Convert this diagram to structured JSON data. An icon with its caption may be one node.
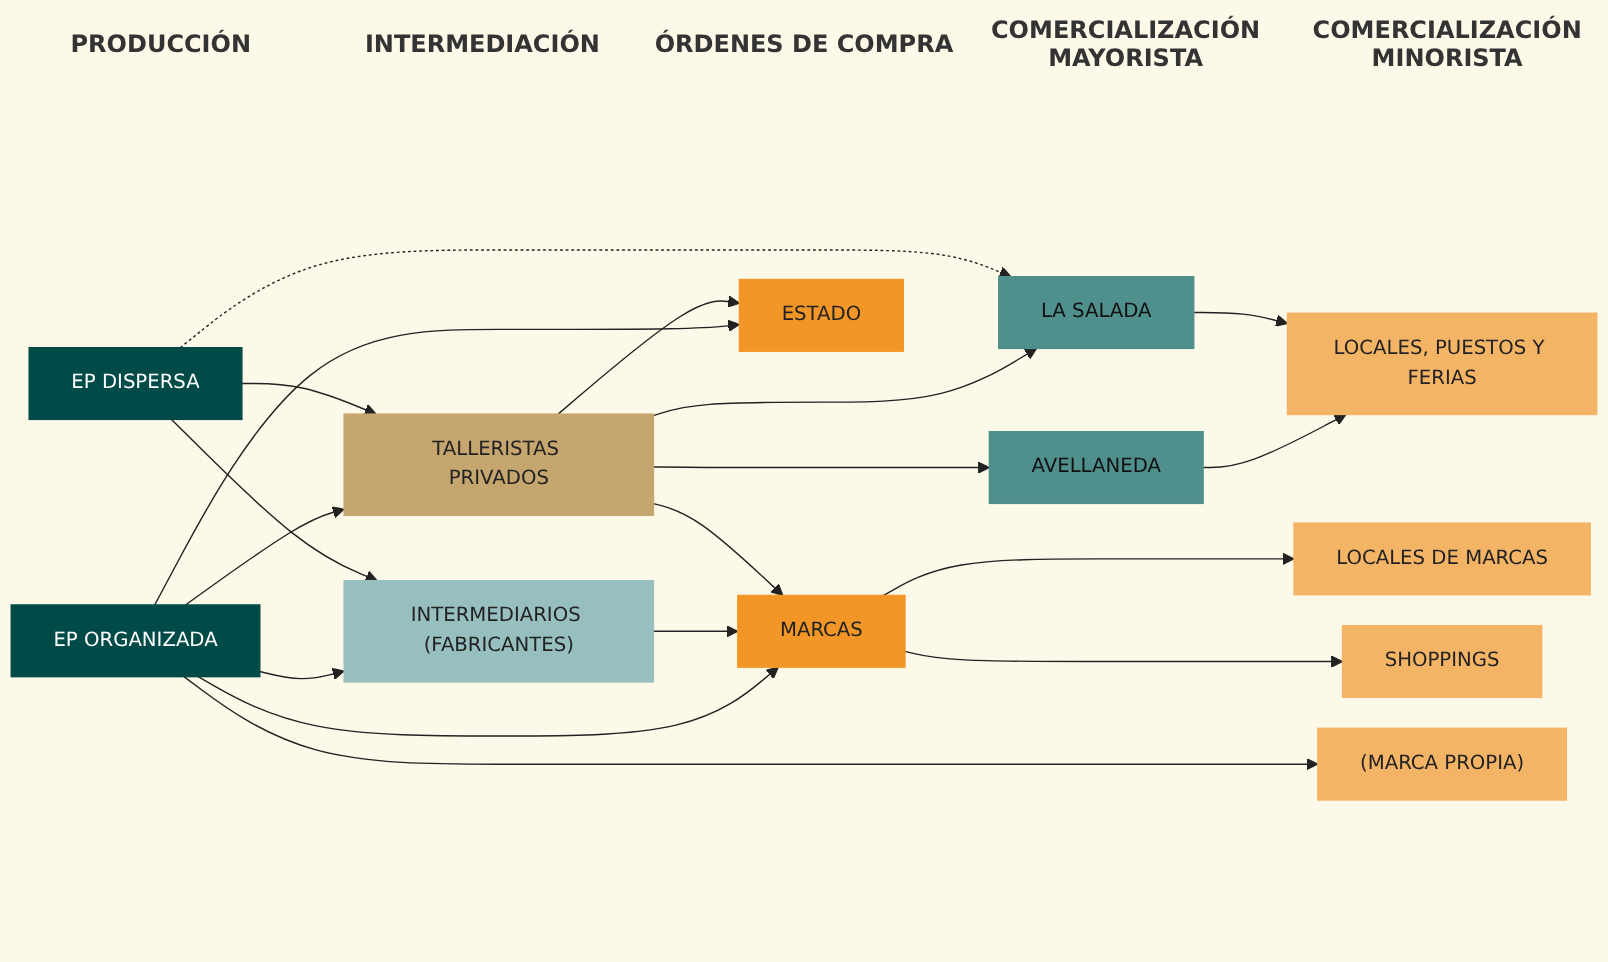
{
  "diagram": {
    "nodes": [
      {
        "text": [
          "EP DISPERSA"
        ]
      },
      {
        "text": [
          "EP ORGANIZADA"
        ]
      },
      {
        "text": [
          "TALLERISTAS PRIVADOS"
        ]
      },
      {
        "text": [
          "INTERMEDIARIOS (FABRICANTES)"
        ]
      },
      {
        "text": [
          "MARCAS"
        ]
      },
      {
        "text": [
          "ESTADO"
        ]
      },
      {
        "text": [
          "LA SALADA"
        ]
      },
      {
        "text": [
          "AVELLANEDA"
        ]
      },
      {
        "text": [
          "LOCALES, PUESTOS Y FERIAS"
        ]
      },
      {
        "text": [
          "LOCALES DE MARCAS"
        ]
      },
      {
        "text": [
          "SHOPPINGS"
        ]
      },
      {
        "text": [
          "(MARCA PROPIA)"
        ]
      }
    ],
    "edges": [
      {
        "from": 0,
        "to": 2,
        "arrow": "to"
      },
      {
        "from": 0,
        "to": 3,
        "arrow": "to"
      },
      {
        "from": 1,
        "to": 2,
        "arrow": "to"
      },
      {
        "from": 1,
        "to": 3,
        "arrow": "to"
      },
      {
        "from": 0,
        "to": 6,
        "arrow": "to",
        "style": "dashed"
      },
      {
        "from": 2,
        "to": 6,
        "arrow": "to"
      },
      {
        "from": 2,
        "to": 7,
        "arrow": "to"
      },
      {
        "from": 2,
        "to": 4,
        "arrow": "to"
      },
      {
        "from": 2,
        "to": 5,
        "arrow": "to"
      },
      {
        "from": 3,
        "to": 4,
        "arrow": "to"
      },
      {
        "from": 1,
        "to": 4,
        "arrow": "to"
      },
      {
        "from": 1,
        "to": 5,
        "arrow": "to"
      },
      {
        "from": 1,
        "to": 11,
        "arrow": "to"
      },
      {
        "from": 4,
        "to": 9,
        "arrow": "to"
      },
      {
        "from": 4,
        "to": 10,
        "arrow": "to"
      },
      {
        "from": 6,
        "to": 8,
        "arrow": "to"
      },
      {
        "from": 7,
        "to": 8,
        "arrow": "to"
      }
    ],
    "labels": [
      "PRODUCCIÓN",
      "INTERMEDIACIÓN",
      "ÓRDENES DE COMPRA",
      "COMERCIALIZACIÓN MAYORISTA",
      "COMERCIALIZACIÓN MINORISTA"
    ]
  }
}
